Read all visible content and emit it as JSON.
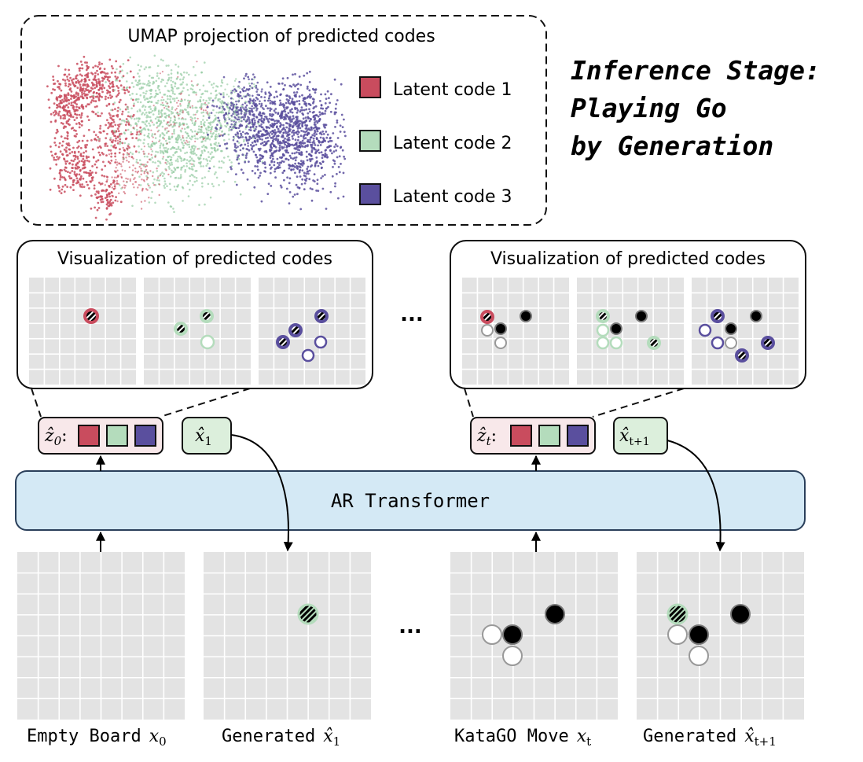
{
  "umap": {
    "title": "UMAP projection of predicted codes",
    "legend": [
      {
        "label": "Latent code 1",
        "color": "#c94c5e"
      },
      {
        "label": "Latent code 2",
        "color": "#b4dcbc"
      },
      {
        "label": "Latent code 3",
        "color": "#5a4f9e"
      }
    ]
  },
  "stage_title": {
    "line1": "Inference Stage:",
    "line2": "Playing Go",
    "line3": "by Generation"
  },
  "viz_left": {
    "title": "Visualization of predicted codes"
  },
  "viz_right": {
    "title": "Visualization of predicted codes"
  },
  "ellipsis": "...",
  "codes_left": {
    "symbol": "ẑ",
    "subscript": "0",
    "colon": ":"
  },
  "codes_right": {
    "symbol": "ẑ",
    "subscript": "t",
    "colon": ":"
  },
  "pred_left": {
    "symbol": "x̂",
    "subscript": "1"
  },
  "pred_right": {
    "symbol": "x̂",
    "subscript": "t+1"
  },
  "transformer": {
    "label": "AR Transformer"
  },
  "boards": [
    {
      "label": "Empty Board",
      "math": "x",
      "sub": "0"
    },
    {
      "label": "Generated",
      "math": "x̂",
      "sub": "1"
    },
    {
      "label": "KataGO Move",
      "math": "x",
      "sub": "t"
    },
    {
      "label": "Generated",
      "math": "x̂",
      "sub": "t+1"
    }
  ],
  "colors": {
    "code1": "#c94c5e",
    "code2": "#b4dcbc",
    "code3": "#5a4f9e",
    "transformer_fill": "#d4e9f5",
    "code_box_fill": "#f8e8ea",
    "pred_box_fill": "#dcefdc",
    "board_bg": "#e3e3e3"
  }
}
